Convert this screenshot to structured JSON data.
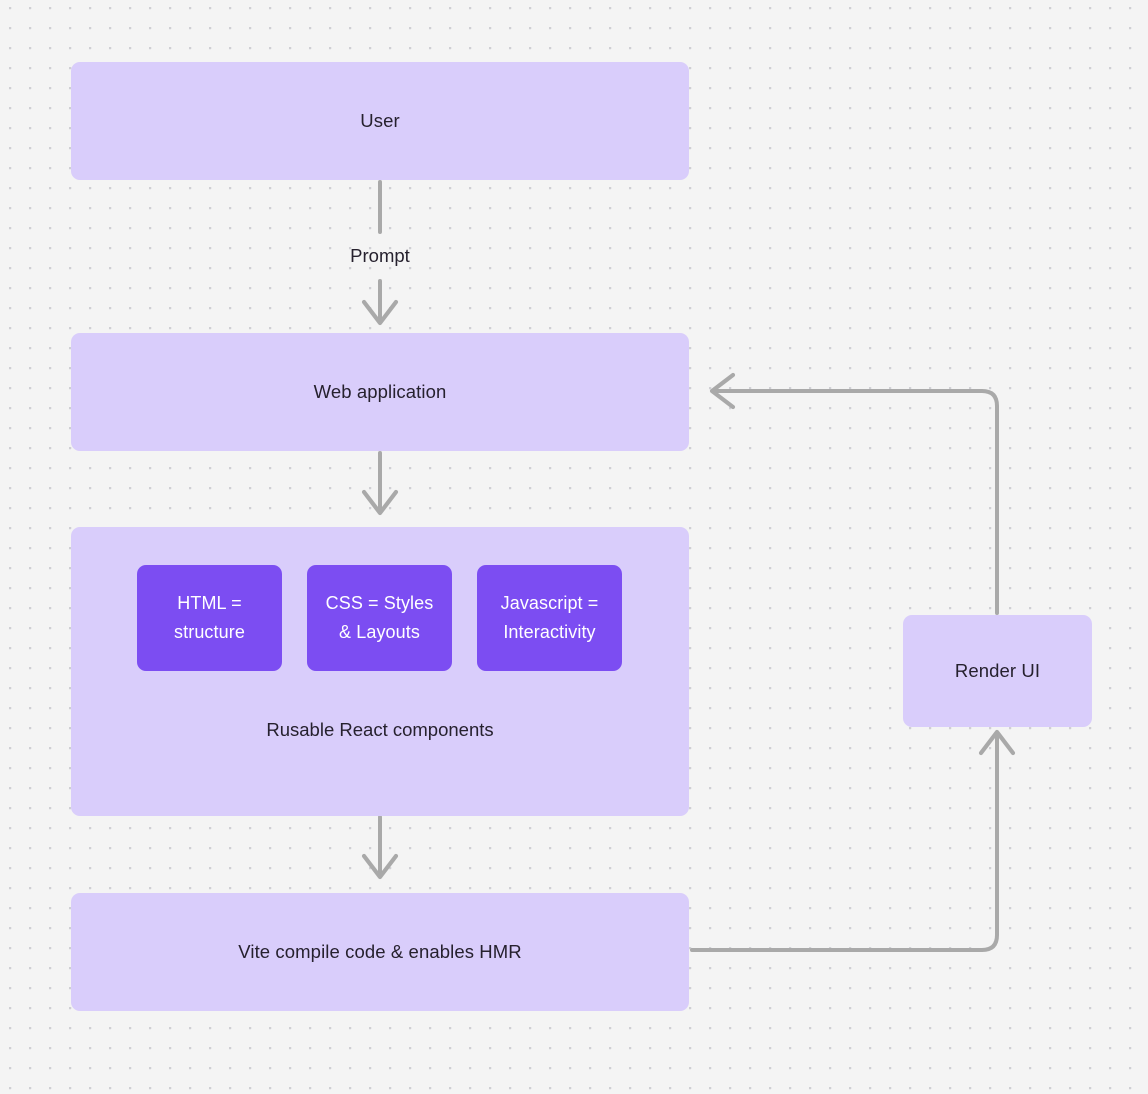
{
  "diagram": {
    "background": "#f4f4f4",
    "dot_color": "#cfcfd4",
    "node_color": "#d9cdfb",
    "accent_color": "#7c4df2",
    "edge_color": "#a9a9a9",
    "text_color": "#26212e",
    "nodes": {
      "user": {
        "label": "User"
      },
      "web_application": {
        "label": "Web application"
      },
      "components_group": {
        "caption": "Rusable React components"
      },
      "html": {
        "label": "HTML =\nstructure"
      },
      "css": {
        "label": "CSS = Styles\n& Layouts"
      },
      "javascript": {
        "label": "Javascript =\nInteractivity"
      },
      "vite": {
        "label": "Vite compile code & enables HMR"
      },
      "render_ui": {
        "label": "Render UI"
      }
    },
    "edges": {
      "user_to_web": {
        "label": "Prompt"
      },
      "web_to_components": {
        "label": ""
      },
      "components_to_vite": {
        "label": ""
      },
      "vite_to_render": {
        "label": ""
      },
      "render_to_web": {
        "label": ""
      }
    }
  }
}
